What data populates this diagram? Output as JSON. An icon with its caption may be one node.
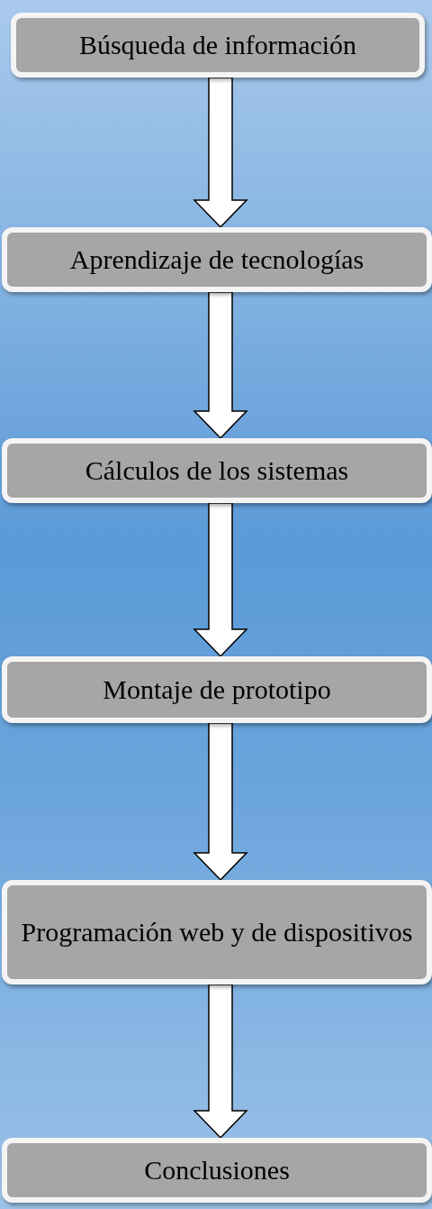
{
  "diagram": {
    "nodes": [
      {
        "text": [
          "Búsqueda de información"
        ]
      },
      {
        "text": [
          "Aprendizaje de tecnologías"
        ]
      },
      {
        "text": [
          "Cálculos de los sistemas"
        ]
      },
      {
        "text": [
          "Montaje de prototipo"
        ]
      },
      {
        "text": [
          "Programación web y de dispositivos"
        ]
      },
      {
        "text": [
          "Conclusiones"
        ]
      }
    ],
    "edges": [
      {
        "from": 0,
        "to": 1,
        "arrow": "to"
      },
      {
        "from": 1,
        "to": 2,
        "arrow": "to"
      },
      {
        "from": 2,
        "to": 3,
        "arrow": "to"
      },
      {
        "from": 3,
        "to": 4,
        "arrow": "to"
      },
      {
        "from": 4,
        "to": 5,
        "arrow": "to"
      }
    ]
  }
}
